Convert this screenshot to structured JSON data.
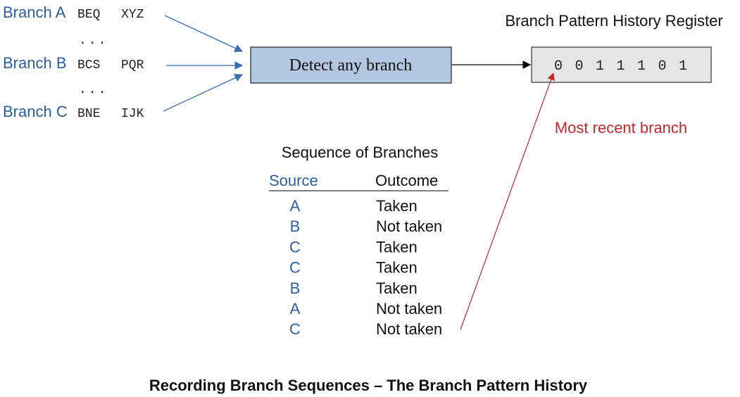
{
  "colors": {
    "branch_blue": "#2e5f9a",
    "box_fill": "#b3c7e0",
    "box_stroke": "#1f1f1f",
    "register_fill": "#e6e6e6",
    "recent_red": "#c0282d",
    "text_dark": "#111111",
    "arrow_blue": "#3a6db0"
  },
  "branches": [
    {
      "label": "Branch A",
      "instr": "BEQ",
      "target": "XYZ"
    },
    {
      "label": "Branch B",
      "instr": "BCS",
      "target": "PQR"
    },
    {
      "label": "Branch C",
      "instr": "BNE",
      "target": "IJK"
    }
  ],
  "ellipsis": "...",
  "detect_box": {
    "label": "Detect any branch"
  },
  "register": {
    "title": "Branch Pattern History Register",
    "bits": [
      "0",
      "0",
      "1",
      "1",
      "1",
      "0",
      "1"
    ]
  },
  "recent_label": "Most recent branch",
  "sequence": {
    "title": "Sequence of Branches",
    "headers": {
      "source": "Source",
      "outcome": "Outcome"
    },
    "rows": [
      {
        "source": "A",
        "outcome": "Taken"
      },
      {
        "source": "B",
        "outcome": "Not taken"
      },
      {
        "source": "C",
        "outcome": "Taken"
      },
      {
        "source": "C",
        "outcome": "Taken"
      },
      {
        "source": "B",
        "outcome": "Taken"
      },
      {
        "source": "A",
        "outcome": "Not taken"
      },
      {
        "source": "C",
        "outcome": "Not taken"
      }
    ]
  },
  "caption": "Recording Branch Sequences – The Branch Pattern History"
}
